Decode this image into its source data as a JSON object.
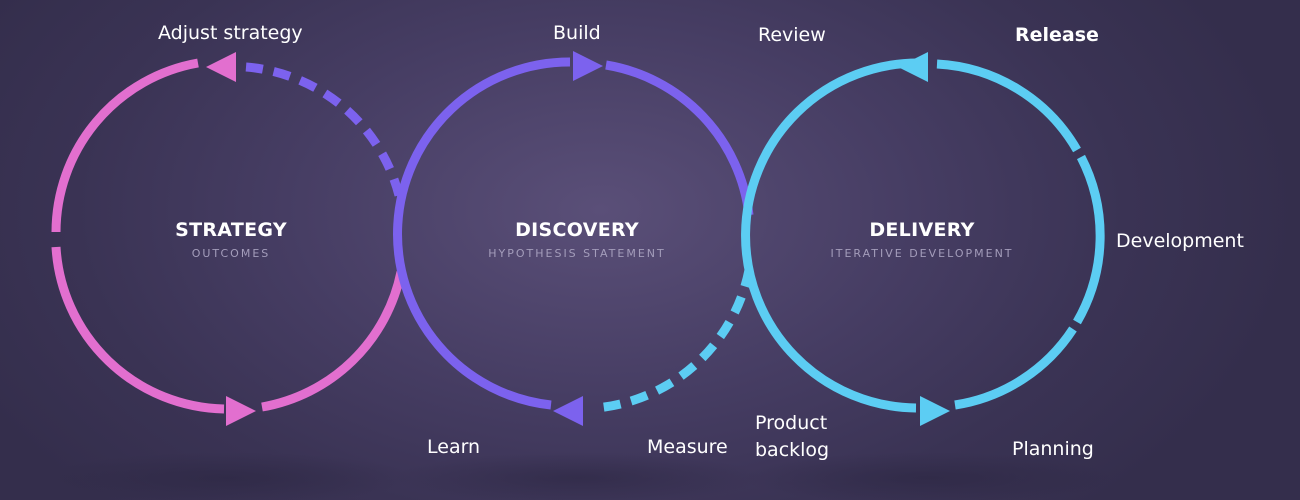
{
  "colors": {
    "strategy": "#e26fcf",
    "discovery": "#7c62ee",
    "delivery": "#5ccdf3"
  },
  "stages": {
    "strategy": {
      "title": "STRATEGY",
      "subtitle": "OUTCOMES"
    },
    "discovery": {
      "title": "DISCOVERY",
      "subtitle": "HYPOTHESIS STATEMENT"
    },
    "delivery": {
      "title": "DELIVERY",
      "subtitle": "ITERATIVE DEVELOPMENT"
    }
  },
  "labels": {
    "adjust_strategy": "Adjust strategy",
    "build": "Build",
    "review": "Review",
    "release": "Release",
    "development": "Development",
    "planning": "Planning",
    "product_backlog_line1": "Product",
    "product_backlog_line2": "backlog",
    "learn": "Learn",
    "measure": "Measure"
  }
}
